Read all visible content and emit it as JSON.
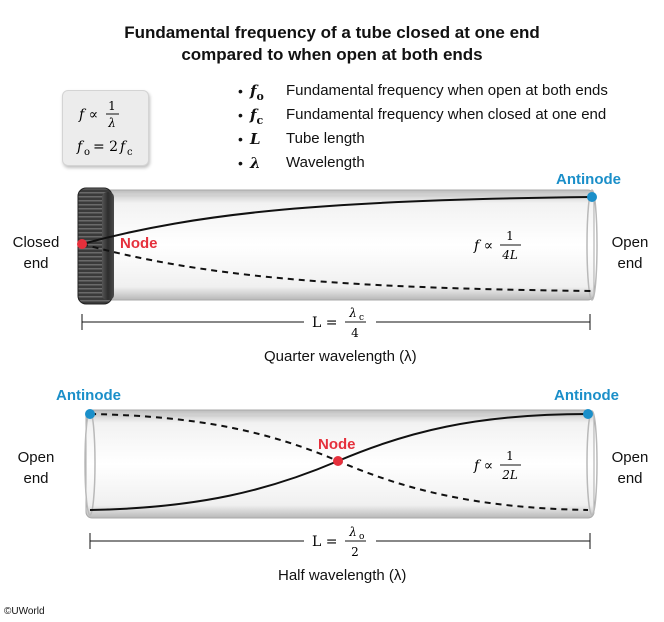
{
  "title_line1": "Fundamental frequency of a tube closed at one end",
  "title_line2": "compared to when open at both ends",
  "formula_box": {
    "f_prop": "f ∝",
    "num": "1",
    "den": "λ",
    "f0_lhs": "f",
    "f0_sub": "o",
    "f0_eq": "= 2",
    "fc_f": "f",
    "fc_sub": "c"
  },
  "legend": [
    {
      "symbol": "f",
      "sub": "o",
      "text": "Fundamental frequency when open at both ends"
    },
    {
      "symbol": "f",
      "sub": "c",
      "text": "Fundamental frequency when closed at one end"
    },
    {
      "symbol": "L",
      "sub": "",
      "text": "Tube length"
    },
    {
      "symbol": "λ",
      "sub": "",
      "text": "Wavelength"
    }
  ],
  "tube1": {
    "left_label_1": "Closed",
    "left_label_2": "end",
    "right_label_1": "Open",
    "right_label_2": "end",
    "node_label": "Node",
    "antinode_label": "Antinode",
    "freq_prefix": "f ∝",
    "freq_num": "1",
    "freq_den": "4L",
    "length_lhs": "L =",
    "length_num": "λ",
    "length_num_sub": "c",
    "length_den": "4",
    "caption": "Quarter wavelength (λ)"
  },
  "tube2": {
    "left_label_1": "Open",
    "left_label_2": "end",
    "right_label_1": "Open",
    "right_label_2": "end",
    "node_label": "Node",
    "antinode_left_label": "Antinode",
    "antinode_right_label": "Antinode",
    "freq_prefix": "f ∝",
    "freq_num": "1",
    "freq_den": "2L",
    "length_lhs": "L =",
    "length_num": "λ",
    "length_num_sub": "o",
    "length_den": "2",
    "caption": "Half wavelength (λ)"
  },
  "copyright": "©UWorld",
  "colors": {
    "antinode": "#1b8fc9",
    "node": "#e5303c",
    "tube_edge": "#9a9a9a",
    "cap": "#3a3a3a"
  }
}
